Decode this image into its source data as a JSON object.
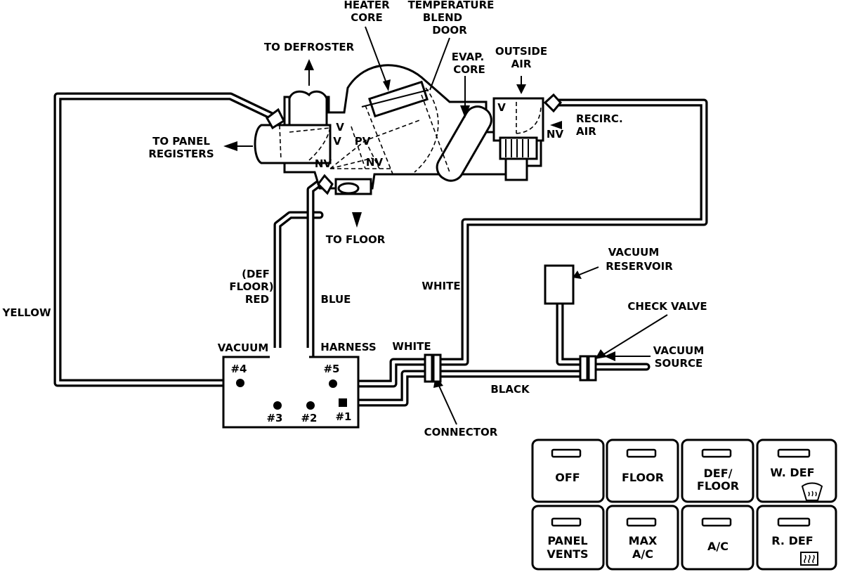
{
  "labels": {
    "heater_core": [
      "HEATER",
      "CORE"
    ],
    "temp_blend_door": [
      "TEMPERATURE",
      "BLEND",
      "DOOR"
    ],
    "evap_core": [
      "EVAP.",
      "CORE"
    ],
    "outside_air": [
      "OUTSIDE",
      "AIR"
    ],
    "to_defroster": "TO DEFROSTER",
    "to_panel_registers": [
      "TO PANEL",
      "REGISTERS"
    ],
    "recirc_air": [
      "RECIRC.",
      "AIR"
    ],
    "to_floor": "TO FLOOR",
    "vacuum_reservoir": [
      "VACUUM",
      "RESERVOIR"
    ],
    "check_valve": "CHECK VALVE",
    "vacuum_source": [
      "VACUUM",
      "SOURCE"
    ],
    "connector": "CONNECTOR",
    "vacuum_harness": [
      "VACUUM",
      "HARNESS"
    ],
    "door_marks": {
      "v1": "V",
      "v2": "V",
      "nv1": "NV",
      "pv": "PV",
      "nv2": "NV",
      "v3": "V",
      "nv3": "NV"
    }
  },
  "hoses": {
    "yellow": "YELLOW",
    "red": [
      "(DEF",
      "FLOOR)",
      "RED"
    ],
    "blue": "BLUE",
    "white_upper": "WHITE",
    "white_lower": "WHITE",
    "black": "BLACK"
  },
  "ports": {
    "p4": "#4",
    "p3": "#3",
    "p2": "#2",
    "p5": "#5",
    "p1": "#1"
  },
  "control_panel": {
    "buttons": [
      {
        "id": "off",
        "lines": [
          "OFF"
        ]
      },
      {
        "id": "floor",
        "lines": [
          "FLOOR"
        ]
      },
      {
        "id": "def-floor",
        "lines": [
          "DEF/",
          "FLOOR"
        ]
      },
      {
        "id": "w-def",
        "lines": [
          "W. DEF"
        ],
        "icon": "windshield-defrost-icon"
      },
      {
        "id": "panel-vents",
        "lines": [
          "PANEL",
          "VENTS"
        ]
      },
      {
        "id": "max-ac",
        "lines": [
          "MAX",
          "A/C"
        ]
      },
      {
        "id": "ac",
        "lines": [
          "A/C"
        ]
      },
      {
        "id": "r-def",
        "lines": [
          "R. DEF"
        ],
        "icon": "rear-defrost-icon"
      }
    ]
  }
}
